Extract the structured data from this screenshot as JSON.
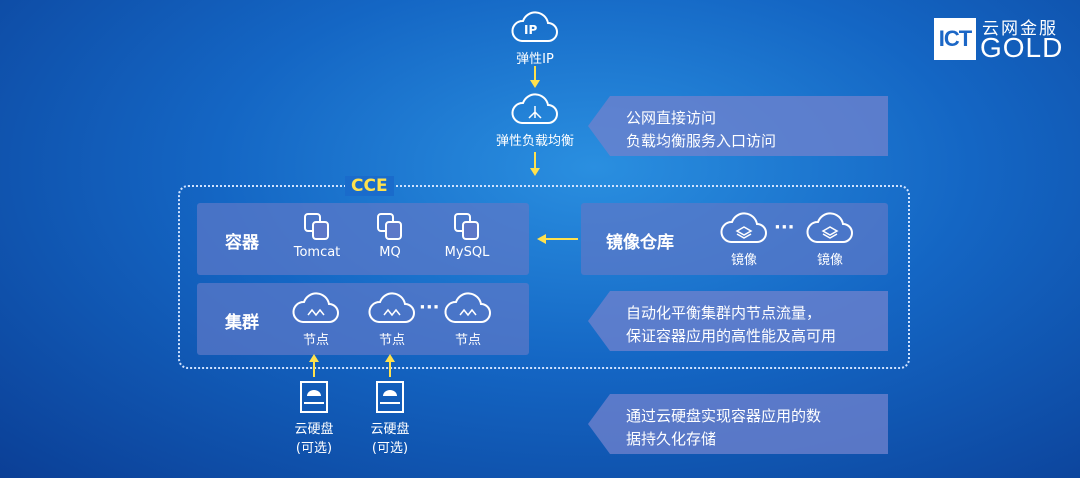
{
  "logo": {
    "mark": "ICT",
    "text_cn": "云网金服",
    "text_en": "GOLD"
  },
  "top": {
    "ip_icon": "IP",
    "ip_label": "弹性IP",
    "lb_label": "弹性负载均衡"
  },
  "callouts": [
    {
      "line1": "公网直接访问",
      "line2": "负载均衡服务入口访问"
    },
    {
      "line1": "自动化平衡集群内节点流量，",
      "line2": "保证容器应用的高性能及高可用"
    },
    {
      "line1": "通过云硬盘实现容器应用的数",
      "line2": "据持久化存储"
    }
  ],
  "cce": {
    "title": "CCE",
    "containers": {
      "title": "容器",
      "items": [
        "Tomcat",
        "MQ",
        "MySQL"
      ]
    },
    "cluster": {
      "title": "集群",
      "nodes": [
        "节点",
        "节点",
        "节点"
      ],
      "dots": "···"
    }
  },
  "registry": {
    "title": "镜像仓库",
    "items": [
      "镜像",
      "镜像"
    ],
    "dots": "···"
  },
  "disks": [
    {
      "line1": "云硬盘",
      "line2": "(可选)"
    },
    {
      "line1": "云硬盘",
      "line2": "(可选)"
    }
  ],
  "colors": {
    "cce_title": "#ffe14d",
    "arrow": "#ffe14d"
  }
}
